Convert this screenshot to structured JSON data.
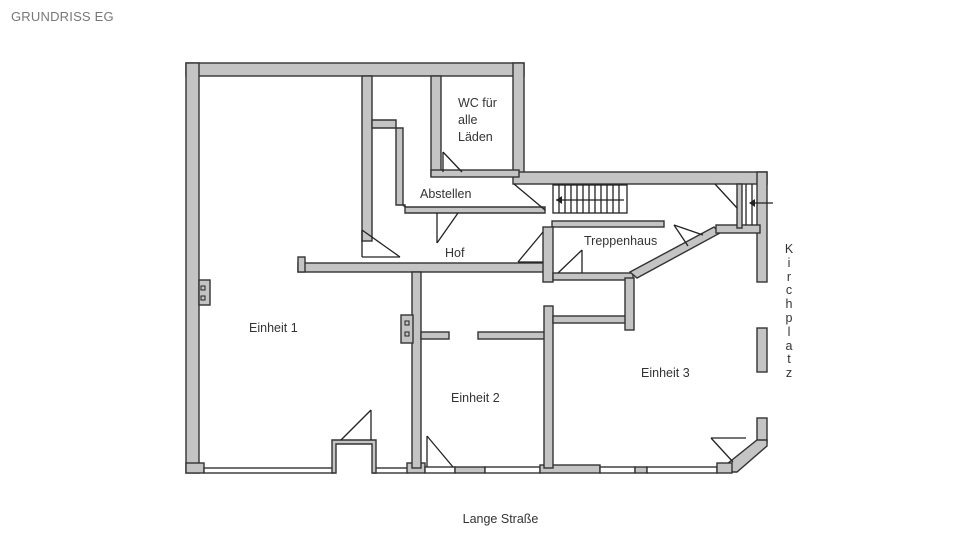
{
  "header": {
    "title": "GRUNDRISS EG"
  },
  "plan": {
    "rooms": [
      {
        "id": "einheit1",
        "label": "Einheit 1"
      },
      {
        "id": "einheit2",
        "label": "Einheit 2"
      },
      {
        "id": "einheit3",
        "label": "Einheit 3"
      },
      {
        "id": "hof",
        "label": "Hof"
      },
      {
        "id": "abstellen",
        "label": "Abstellen"
      },
      {
        "id": "treppenhaus",
        "label": "Treppenhaus"
      },
      {
        "id": "wc",
        "label_lines": [
          "WC für",
          "alle",
          "Läden"
        ]
      }
    ],
    "colors": {
      "wall_fill": "#c4c4c4",
      "wall_line": "#333333",
      "background": "#ffffff",
      "text": "#333333",
      "title": "#777777"
    }
  },
  "streets": {
    "bottom": "Lange Straße",
    "right_letters": [
      "K",
      "i",
      "r",
      "c",
      "h",
      "p",
      "l",
      "a",
      "t",
      "z"
    ],
    "right": "Kirchplatz"
  }
}
